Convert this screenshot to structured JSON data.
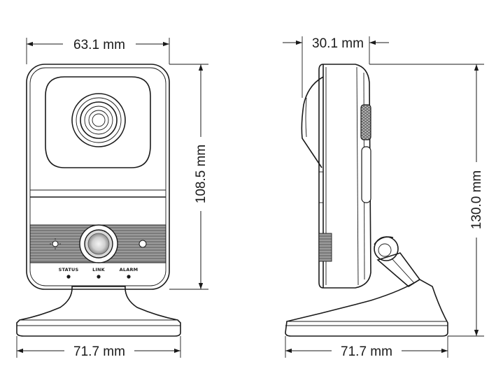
{
  "front_view": {
    "width_label": "63.1 mm",
    "height_label": "108.5 mm",
    "base_width_label": "71.7 mm",
    "led_labels": [
      "STATUS",
      "LINK",
      "ALARM"
    ]
  },
  "side_view": {
    "depth_label": "30.1 mm",
    "total_height_label": "130.0 mm",
    "base_width_label": "71.7 mm"
  }
}
